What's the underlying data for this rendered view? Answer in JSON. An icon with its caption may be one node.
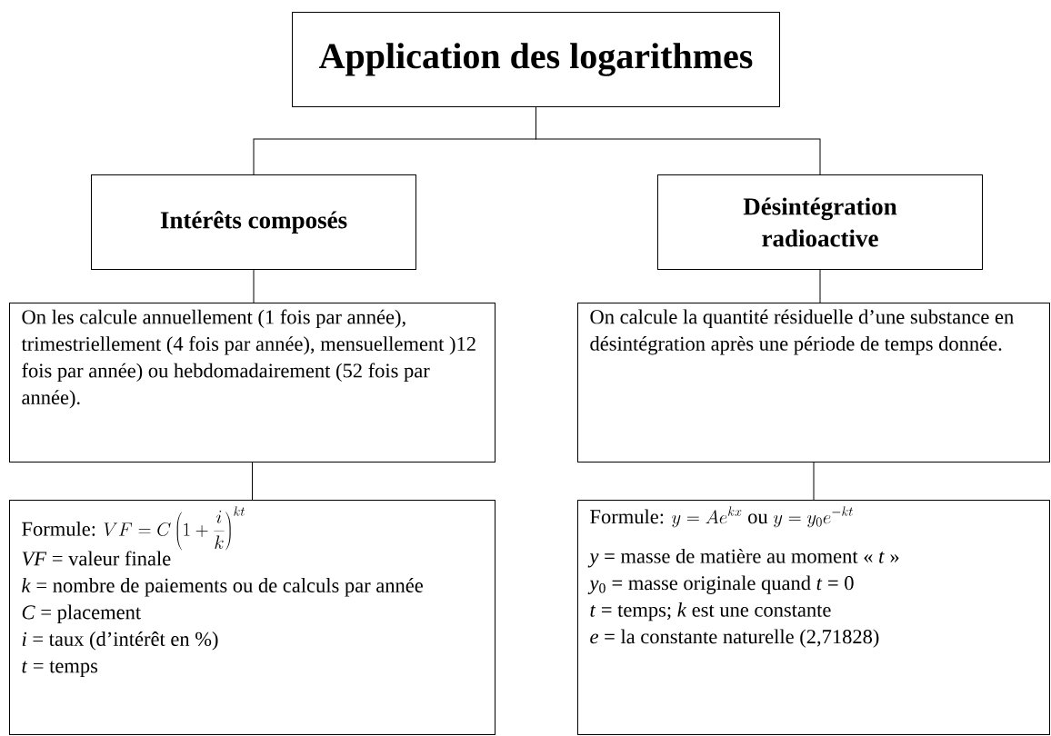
{
  "diagram": {
    "nodes": [
      {
        "text": [
          "Application des logarithmes"
        ]
      },
      {
        "text": [
          "Intérêts composés"
        ]
      },
      {
        "text": [
          "Désintégration radioactive"
        ]
      },
      {
        "text": [
          "On les calcule annuellement (1 fois par année), trimestriellement (4 fois par année), mensuellement )12 fois par année) ou hebdomadairement (52 fois par année)."
        ]
      },
      {
        "text": [
          "On calcule la quantité résiduelle d’une substance en désintégration après une période de temps donnée."
        ]
      },
      {
        "text": [
          "Formule:",
          "VF = C\\left(1+\\frac{i}{k}\\right)^{kt}",
          "*VF* = valeur finale",
          "*k* = nombre de paiements ou de calculs par année",
          "*C* = placement",
          "*i* = taux (d’intérêt en %)",
          "*t* = temps"
        ]
      },
      {
        "text": [
          "Formule:",
          "y = Ae^{kx}\\ \\mathrm{ou}\\ y = y_0e^{-kt}",
          "*y* = masse de matière au moment « *t* »",
          "*y*$_{0}$ = masse originale quand *t* = 0",
          "*t* = temps; *k* est une constante",
          "*e* = la constante naturelle (2,71828)"
        ]
      }
    ],
    "edges": [
      {
        "from": 0,
        "to": 1,
        "arrow": "none"
      },
      {
        "from": 0,
        "to": 2,
        "arrow": "none"
      },
      {
        "from": 1,
        "to": 3,
        "arrow": "none"
      },
      {
        "from": 2,
        "to": 4,
        "arrow": "none"
      },
      {
        "from": 3,
        "to": 5,
        "arrow": "none"
      },
      {
        "from": 4,
        "to": 6,
        "arrow": "none"
      }
    ]
  }
}
